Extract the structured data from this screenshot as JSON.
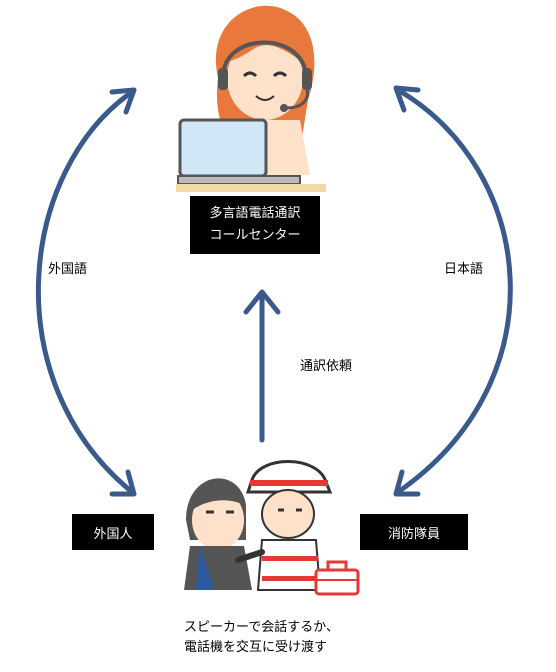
{
  "center": {
    "line1": "多言語電話通訳",
    "line2": "コールセンター"
  },
  "labels": {
    "foreign_language": "外国語",
    "japanese": "日本語",
    "interpretation_request": "通訳依頼"
  },
  "foreigner": "外国人",
  "firefighter": "消防隊員",
  "caption": {
    "line1": "スピーカーで会話するか、",
    "line2": "電話機を交互に受け渡す"
  },
  "colors": {
    "arrow": "#3a5a8c",
    "hair": "#e8783c",
    "skin": "#fde1c8",
    "helmet_stripe": "#e53935",
    "box": "#000000"
  }
}
